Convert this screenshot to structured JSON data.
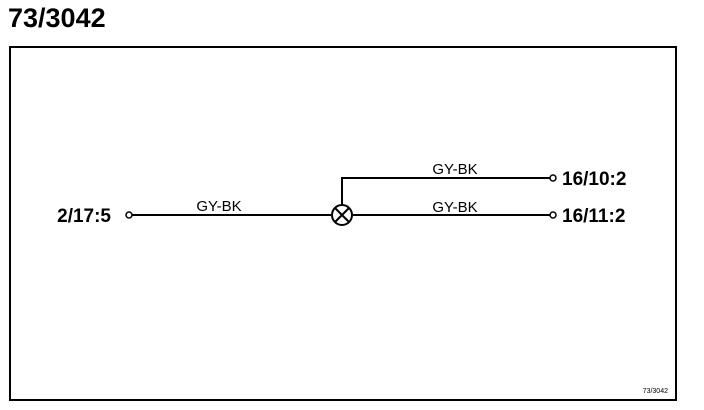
{
  "title": "73/3042",
  "diagram_ref": "73/3042",
  "splice": {
    "icon": "splice-junction-icon"
  },
  "connectors": {
    "left": "2/17:5",
    "right_upper": "16/10:2",
    "right_lower": "16/11:2"
  },
  "wires": {
    "left": "GY-BK",
    "right_upper": "GY-BK",
    "right_lower": "GY-BK"
  }
}
